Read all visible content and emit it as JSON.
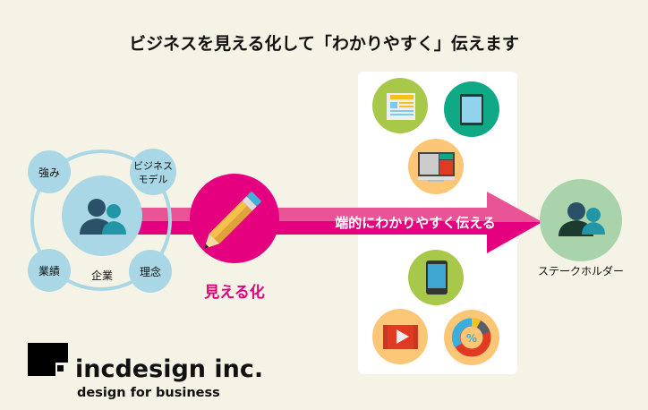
{
  "title": "ビジネスを見える化して「わかりやすく」伝えます",
  "company": {
    "center_label": "企業",
    "attributes": [
      "強み",
      "ビジネス",
      "モデル",
      "業績",
      "理念"
    ]
  },
  "visualize_label": "見える化",
  "arrow_text": "端的にわかりやすく伝える",
  "stakeholder_label": "ステークホルダー",
  "media_icons": [
    "newspaper-icon",
    "tablet-icon",
    "monitor-icon",
    "smartphone-icon",
    "video-icon",
    "chart-icon"
  ],
  "chart_icon_symbol": "%",
  "logo": {
    "name": "incdesign inc.",
    "tagline": "design for business"
  },
  "colors": {
    "background": "#f5f3e5",
    "magenta": "#e4007f",
    "pink": "#e85496",
    "lightblue": "#a9d7e5",
    "green": "#a8c84a",
    "teal": "#10a985",
    "orange": "#fbc676",
    "stakeholder": "#a9d3ab"
  }
}
